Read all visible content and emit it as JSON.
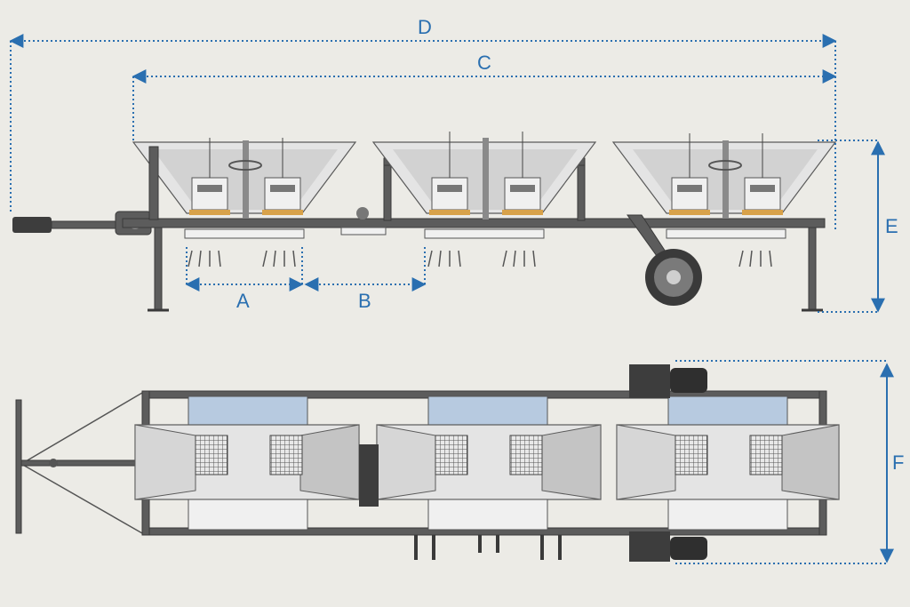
{
  "dimensions": {
    "A": "A",
    "B": "B",
    "C": "C",
    "D": "D",
    "E": "E",
    "F": "F"
  },
  "colors": {
    "background": "#ecebe6",
    "dimension": "#2a6fb0",
    "frame": "#5c5c5c",
    "hopper": "#cfcfcf",
    "lid": "#b7cae0"
  }
}
